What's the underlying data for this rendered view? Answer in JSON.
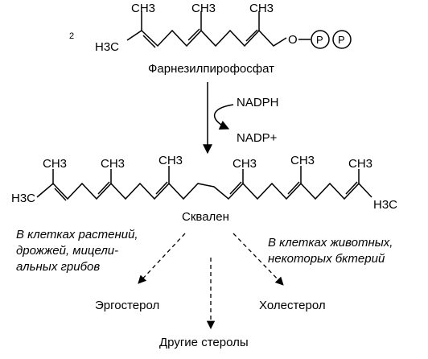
{
  "coefficient": "2",
  "fpp": {
    "methyl_labels": [
      "CH3",
      "CH3",
      "CH3"
    ],
    "terminal_label": "H3C",
    "o_label": "O",
    "phosphate_labels": [
      "P",
      "P"
    ],
    "name": "Фарнезилпирофосфат"
  },
  "cofactor_in": "NADPH",
  "cofactor_out": "NADP+",
  "squalene": {
    "methyl_labels": [
      "CH3",
      "CH3",
      "CH3",
      "CH3",
      "CH3",
      "CH3"
    ],
    "left_terminal": "H3C",
    "right_terminal": "H3C",
    "name": "Сквален"
  },
  "left_note": [
    "В клетках растений,",
    "дрожжей, мицели-",
    "альных грибов"
  ],
  "right_note": [
    "В клетках животных,",
    "некоторых бктерий"
  ],
  "products": {
    "left": "Эргостерол",
    "middle": "Другие стеролы",
    "right": "Холестерол"
  }
}
